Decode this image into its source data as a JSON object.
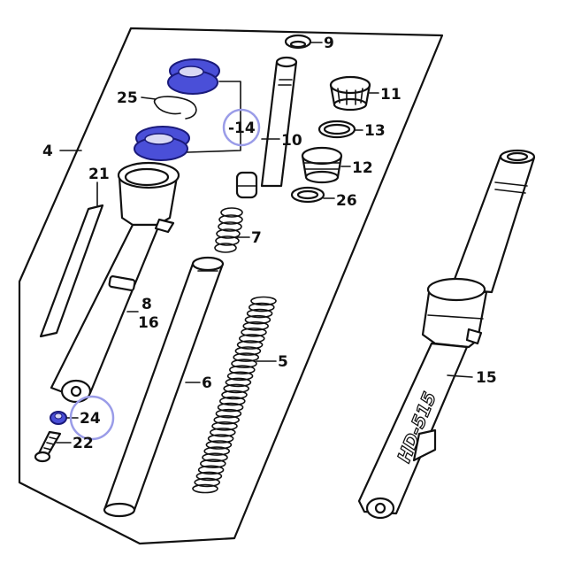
{
  "diagram": {
    "callouts": [
      {
        "id": "c4",
        "label": "4",
        "highlighted": false
      },
      {
        "id": "c9",
        "label": "9",
        "highlighted": false
      },
      {
        "id": "c25",
        "label": "25",
        "highlighted": false
      },
      {
        "id": "c11",
        "label": "11",
        "highlighted": false
      },
      {
        "id": "c14",
        "label": "-14",
        "highlighted": true
      },
      {
        "id": "c13",
        "label": "13",
        "highlighted": false
      },
      {
        "id": "c10",
        "label": "10",
        "highlighted": false
      },
      {
        "id": "c12",
        "label": "12",
        "highlighted": false
      },
      {
        "id": "c21",
        "label": "21",
        "highlighted": false
      },
      {
        "id": "c26",
        "label": "26",
        "highlighted": false
      },
      {
        "id": "c7",
        "label": "7",
        "highlighted": false
      },
      {
        "id": "c8",
        "label": "8",
        "highlighted": false
      },
      {
        "id": "c16",
        "label": "16",
        "highlighted": false
      },
      {
        "id": "c5",
        "label": "5",
        "highlighted": false
      },
      {
        "id": "c6",
        "label": "6",
        "highlighted": false
      },
      {
        "id": "c15",
        "label": "15",
        "highlighted": false
      },
      {
        "id": "c24",
        "label": "24",
        "highlighted": true
      },
      {
        "id": "c22",
        "label": "22",
        "highlighted": false
      }
    ],
    "fork_decal": "HD-515",
    "colors": {
      "highlight_fill": "#4a4fd8",
      "highlight_ring": "#9a9ce8",
      "line": "#111111"
    }
  }
}
